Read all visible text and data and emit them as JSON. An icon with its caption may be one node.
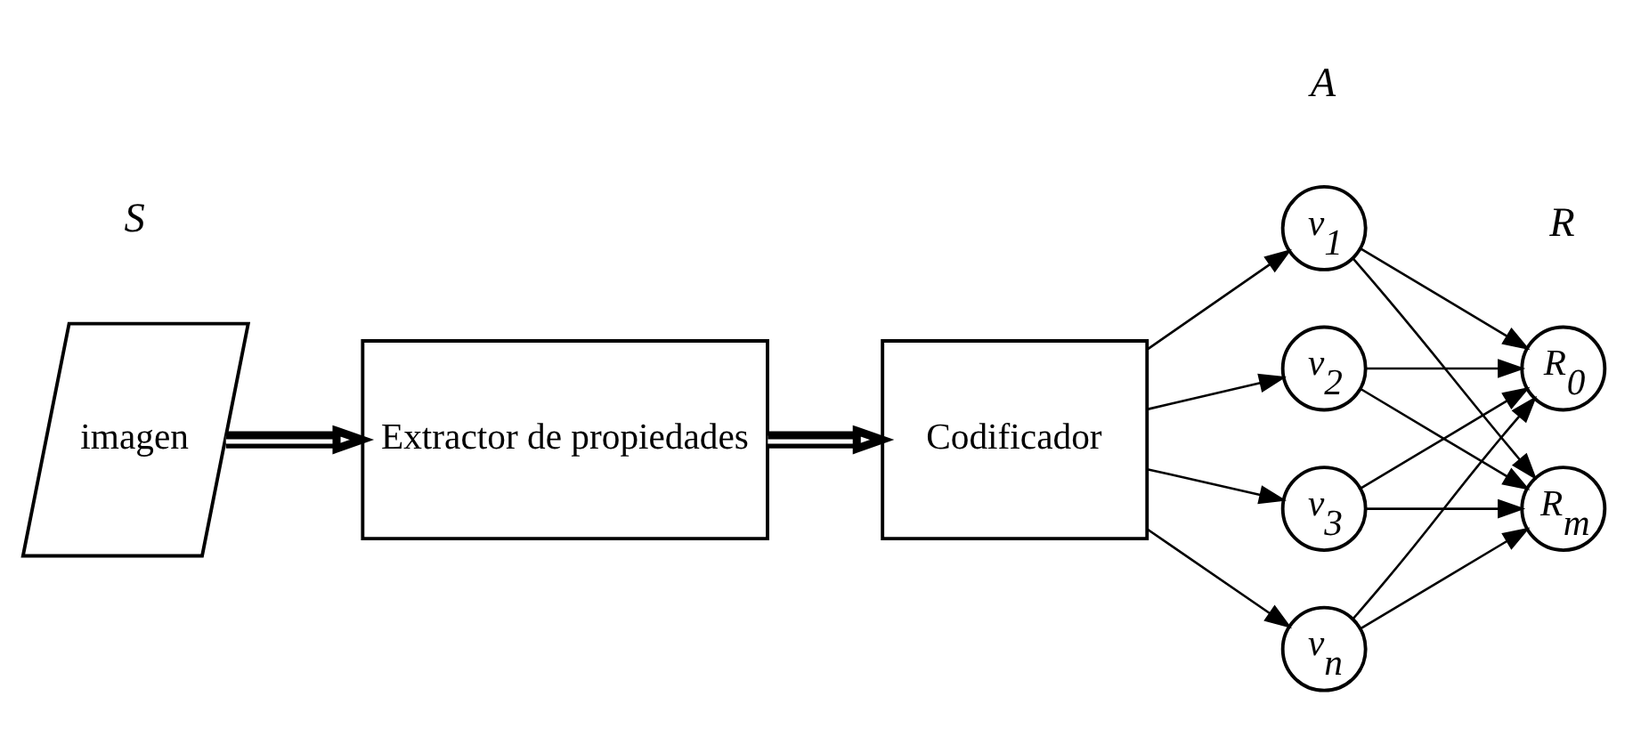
{
  "diagram": {
    "nodes": [
      {
        "text": [
          "imagen"
        ]
      },
      {
        "text": [
          "Extractor de propiedades"
        ]
      },
      {
        "text": [
          "Codificador"
        ]
      },
      {
        "text": [
          "v$_{1}$"
        ]
      },
      {
        "text": [
          "v$_{2}$"
        ]
      },
      {
        "text": [
          "v$_{3}$"
        ]
      },
      {
        "text": [
          "v$_{n}$"
        ]
      },
      {
        "text": [
          "R$_{0}$"
        ]
      },
      {
        "text": [
          "R$_{m}$"
        ]
      }
    ],
    "edges": [
      {
        "from": 0,
        "to": 1,
        "arrow": "to",
        "style": "thick"
      },
      {
        "from": 1,
        "to": 2,
        "arrow": "to",
        "style": "thick"
      },
      {
        "from": 2,
        "to": 3,
        "arrow": "to"
      },
      {
        "from": 2,
        "to": 4,
        "arrow": "to"
      },
      {
        "from": 2,
        "to": 5,
        "arrow": "to"
      },
      {
        "from": 2,
        "to": 6,
        "arrow": "to"
      },
      {
        "from": 3,
        "to": 7,
        "arrow": "to"
      },
      {
        "from": 3,
        "to": 8,
        "arrow": "to"
      },
      {
        "from": 4,
        "to": 7,
        "arrow": "to"
      },
      {
        "from": 4,
        "to": 8,
        "arrow": "to"
      },
      {
        "from": 5,
        "to": 7,
        "arrow": "to"
      },
      {
        "from": 5,
        "to": 8,
        "arrow": "to"
      },
      {
        "from": 6,
        "to": 7,
        "arrow": "to"
      },
      {
        "from": 6,
        "to": 8,
        "arrow": "to"
      }
    ],
    "labels": [
      "S",
      "A",
      "R"
    ]
  }
}
